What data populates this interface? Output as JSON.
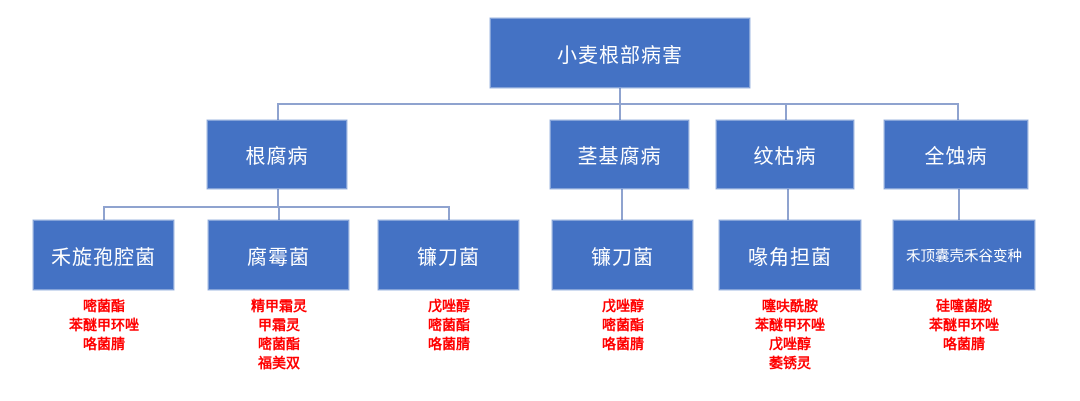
{
  "tree": {
    "root": {
      "label": "小麦根部病害"
    },
    "level2": [
      {
        "label": "根腐病"
      },
      {
        "label": "茎基腐病"
      },
      {
        "label": "纹枯病"
      },
      {
        "label": "全蚀病"
      }
    ],
    "level3": [
      {
        "label": "禾旋孢腔菌",
        "fungicides": [
          "嘧菌酯",
          "苯醚甲环唑",
          "咯菌腈"
        ]
      },
      {
        "label": "腐霉菌",
        "fungicides": [
          "精甲霜灵",
          "甲霜灵",
          "嘧菌酯",
          "福美双"
        ]
      },
      {
        "label": "镰刀菌",
        "fungicides": [
          "戊唑醇",
          "嘧菌酯",
          "咯菌腈"
        ]
      },
      {
        "label": "镰刀菌",
        "fungicides": [
          "戊唑醇",
          "嘧菌酯",
          "咯菌腈"
        ]
      },
      {
        "label": "喙角担菌",
        "fungicides": [
          "噻呋酰胺",
          "苯醚甲环唑",
          "戊唑醇",
          "萎锈灵"
        ]
      },
      {
        "label": "禾顶囊壳禾谷变种",
        "fungicides": [
          "硅噻菌胺",
          "苯醚甲环唑",
          "咯菌腈"
        ]
      }
    ]
  },
  "colors": {
    "box_fill": "#4472C4",
    "box_text": "#FFFFFF",
    "connector": "#8FA3CF",
    "fungicide_text": "#FF0000",
    "background": "#FFFFFF"
  }
}
